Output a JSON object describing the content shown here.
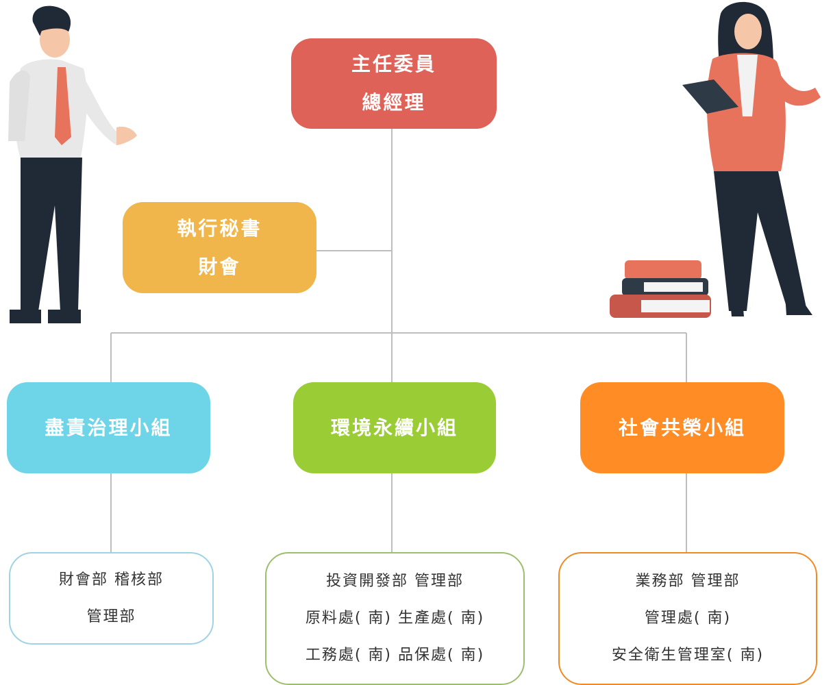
{
  "org_chart": {
    "top": {
      "line1": "主任委員",
      "line2": "總經理",
      "color": "#DE6257"
    },
    "secretary": {
      "line1": "執行秘書",
      "line2": "財會",
      "color": "#F0B54B"
    },
    "groups": [
      {
        "label": "盡責治理小組",
        "color": "#6ED5E8"
      },
      {
        "label": "環境永續小組",
        "color": "#9ACD35"
      },
      {
        "label": "社會共榮小組",
        "color": "#FF8C25"
      }
    ],
    "departments": [
      {
        "lines": [
          "財會部  稽核部",
          "管理部"
        ],
        "border": "#9FD2E6"
      },
      {
        "lines": [
          "投資開發部 管理部",
          "原料處( 南) 生產處( 南)",
          "工務處( 南) 品保處( 南)"
        ],
        "border": "#9DBE6E"
      },
      {
        "lines": [
          "業務部 管理部",
          "管理處( 南)",
          "安全衛生管理室( 南)"
        ],
        "border": "#F08A25"
      }
    ],
    "connector_color": "#BEBEBE"
  }
}
